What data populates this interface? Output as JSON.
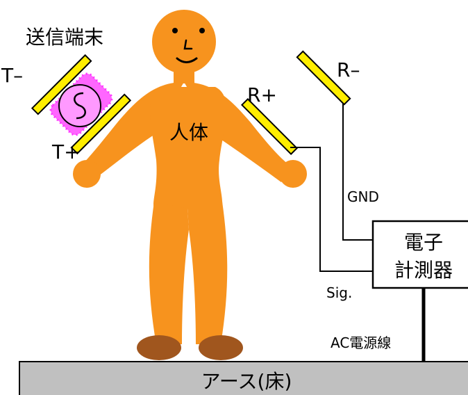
{
  "labels": {
    "transmitter": "送信端末",
    "t_minus": "T–",
    "t_plus": "T+",
    "r_plus": "R+",
    "r_minus": "R–",
    "body": "人体",
    "gnd": "GND",
    "device_line1": "電子",
    "device_line2": "計測器",
    "sig": "Sig.",
    "ac_power": "AC電源線",
    "ground": "アース(床)"
  },
  "colors": {
    "skin": "#f7931e",
    "shoe": "#a0561e",
    "electrode": "#ffee00",
    "transmitter_fill": "#ff66ff",
    "transmitter_dots": "#ff33ff",
    "source_fill": "#ff99ff",
    "floor": "#c0c0c0",
    "line": "#000000"
  },
  "icons": {
    "face": "smiley-face-icon",
    "source": "ac-source-symbol"
  }
}
